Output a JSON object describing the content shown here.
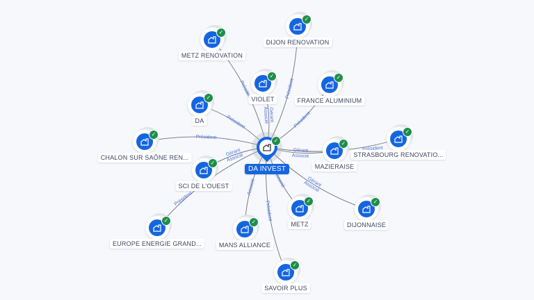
{
  "colors": {
    "accent": "#1565e0",
    "check": "#1e8e4a",
    "edge": "#6b7080"
  },
  "center": {
    "label": "DA INVEST",
    "icon": "building-icon"
  },
  "nodes": [
    {
      "id": "metz-renovation",
      "label": "METZ RENOVATION"
    },
    {
      "id": "dijon-renovation",
      "label": "DIJON RENOVATION"
    },
    {
      "id": "violet",
      "label": "VIOLET"
    },
    {
      "id": "france-aluminium",
      "label": "FRANCE ALUMINIUM"
    },
    {
      "id": "da",
      "label": "DA"
    },
    {
      "id": "chalon",
      "label": "CHALON SUR SAÔNE REN..."
    },
    {
      "id": "sci-ouest",
      "label": "SCI DE L'OUEST"
    },
    {
      "id": "mazieraise",
      "label": "MAZIERAISE"
    },
    {
      "id": "strasbourg",
      "label": "STRASBOURG RENOVATIO..."
    },
    {
      "id": "dijonnaise",
      "label": "DIJONNAISE"
    },
    {
      "id": "metz",
      "label": "METZ"
    },
    {
      "id": "europe-energie",
      "label": "EUROPE ENERGIE GRAND..."
    },
    {
      "id": "mans-alliance",
      "label": "MANS ALLIANCE"
    },
    {
      "id": "savoir-plus",
      "label": "SAVOIR PLUS"
    }
  ],
  "edges": [
    {
      "to": "metz-renovation",
      "labels": [
        "Président"
      ]
    },
    {
      "to": "dijon-renovation",
      "labels": [
        "Président"
      ]
    },
    {
      "to": "violet",
      "labels": [
        "Gérant",
        "Associé"
      ]
    },
    {
      "to": "france-aluminium",
      "labels": [
        "Président"
      ]
    },
    {
      "to": "da",
      "labels": [
        "Président"
      ]
    },
    {
      "to": "chalon",
      "labels": [
        "Président"
      ]
    },
    {
      "to": "sci-ouest",
      "labels": [
        "Gérant",
        "Associé"
      ]
    },
    {
      "to": "mazieraise",
      "labels": [
        "Gérant",
        "Associé"
      ]
    },
    {
      "to": "strasbourg",
      "labels": [
        "Président"
      ]
    },
    {
      "to": "dijonnaise",
      "labels": [
        "Gérant",
        "Associé"
      ]
    },
    {
      "to": "metz",
      "labels": [
        "Associé"
      ]
    },
    {
      "to": "europe-energie",
      "labels": [
        "Président"
      ]
    },
    {
      "to": "mans-alliance",
      "labels": [
        "Associé"
      ]
    },
    {
      "to": "savoir-plus",
      "labels": [
        "Président"
      ]
    }
  ]
}
